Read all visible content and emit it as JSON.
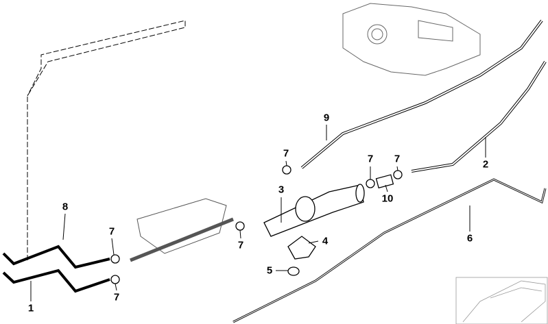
{
  "callouts": [
    {
      "id": "c1",
      "text": "1"
    },
    {
      "id": "c2",
      "text": "2"
    },
    {
      "id": "c3",
      "text": "3"
    },
    {
      "id": "c4",
      "text": "4"
    },
    {
      "id": "c5",
      "text": "5"
    },
    {
      "id": "c6",
      "text": "6"
    },
    {
      "id": "c7a",
      "text": "7"
    },
    {
      "id": "c7b",
      "text": "7"
    },
    {
      "id": "c7c",
      "text": "7"
    },
    {
      "id": "c7d",
      "text": "7"
    },
    {
      "id": "c7e",
      "text": "7"
    },
    {
      "id": "c7f",
      "text": "7"
    },
    {
      "id": "c8",
      "text": "8"
    },
    {
      "id": "c9",
      "text": "9"
    },
    {
      "id": "c10",
      "text": "10"
    }
  ]
}
